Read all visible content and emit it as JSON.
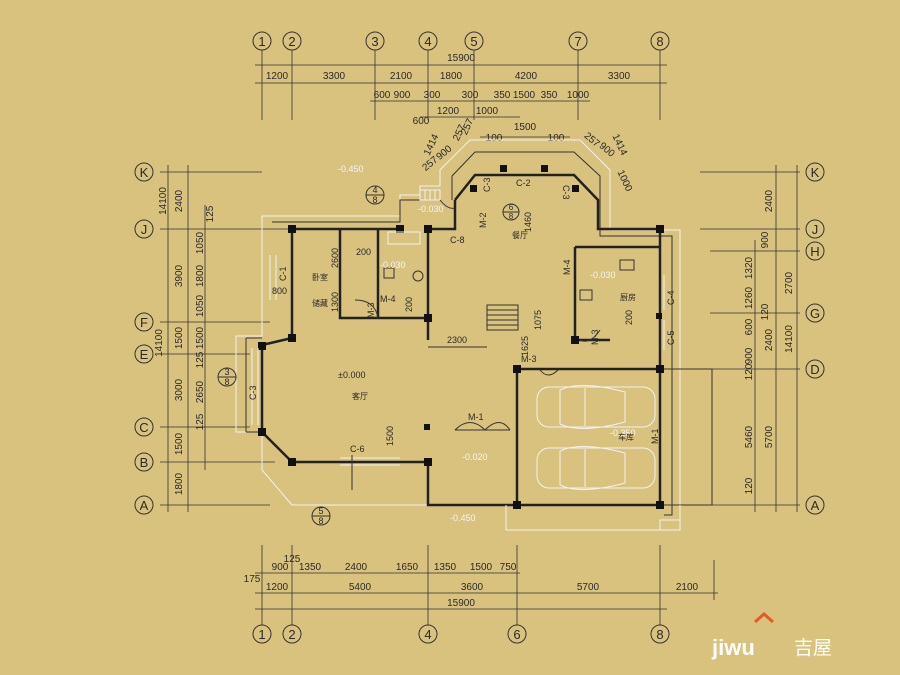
{
  "top_axes": [
    "1",
    "2",
    "3",
    "4",
    "5",
    "7",
    "8"
  ],
  "bottom_axes": [
    "1",
    "2",
    "4",
    "6",
    "8"
  ],
  "left_axes": [
    "K",
    "J",
    "F",
    "E",
    "C",
    "B",
    "A"
  ],
  "right_axes": [
    "K",
    "J",
    "H",
    "G",
    "D",
    "A"
  ],
  "top_dims": {
    "total": "15900",
    "row1": [
      "1200",
      "3300",
      "2100",
      "1800",
      "4200",
      "3300"
    ],
    "row2": [
      "600",
      "900",
      "300",
      "300",
      "350",
      "1500",
      "350",
      "1000"
    ],
    "row3": [
      "1200",
      "1000"
    ],
    "row3_single": "600",
    "bay": [
      "100",
      "1500",
      "100"
    ],
    "bay_left": [
      "1414",
      "257",
      "900",
      "257",
      "257"
    ],
    "bay_right": [
      "1414",
      "900",
      "257",
      "1000"
    ]
  },
  "bottom_dims": {
    "row1": [
      "125",
      "900",
      "1350",
      "2400",
      "1650",
      "1350",
      "1500",
      "750"
    ],
    "row0": "175",
    "row2": [
      "1200",
      "5400",
      "3600",
      "5700",
      "2100"
    ],
    "total": "15900"
  },
  "left_dims": {
    "outer": [
      "2400",
      "3900",
      "1500",
      "3000",
      "1500",
      "1800"
    ],
    "total": "14100",
    "inner": [
      "125",
      "1050",
      "1800",
      "1050",
      "1500",
      "125",
      "2650",
      "125"
    ]
  },
  "right_dims": {
    "outer": [
      "2400",
      "2700",
      "2400",
      "5700"
    ],
    "total": "14100",
    "inner": [
      "900",
      "1320",
      "1260",
      "600",
      "120",
      "900",
      "120",
      "5460",
      "120"
    ]
  },
  "plan_labels": {
    "lev_main": "±0.000",
    "lev_top": "-0.450",
    "lev_bottom": "-0.450",
    "lev_030a": "-0.030",
    "lev_030b": "-0.030",
    "lev_030c": "-0.030",
    "lev_350": "-0.350",
    "lev_020": "-0.020",
    "win_c1": "C-1",
    "win_c2": "C-2",
    "win_c3a": "C-3",
    "win_c3b": "C-3",
    "win_c3c": "C-3",
    "win_c4": "C-4",
    "win_c5": "C-5",
    "win_c6": "C-6",
    "win_c8": "C-8",
    "door_m1": "M-1",
    "door_m1b": "M-1",
    "door_m2": "M-2",
    "door_m3a": "M-3",
    "door_m3b": "M-3",
    "door_m3c": "M-3",
    "door_m4a": "M-4",
    "door_m4b": "M-4",
    "d2600": "2600",
    "d1300": "1300",
    "d200a": "200",
    "d200b": "200",
    "d200c": "200",
    "d800": "800",
    "d2300": "2300",
    "d1075": "1075",
    "d1625": "1625",
    "d1500": "1500",
    "d1460": "1460",
    "room_living": "客厅",
    "room_garage": "车库",
    "room_dining": "餐厅",
    "room_bed": "卧室",
    "room_kitchen": "厨房",
    "room_store": "储藏",
    "sec_top": "4",
    "sec_top_b": "8",
    "sec_left": "3",
    "sec_left_b": "8",
    "sec_bot": "5",
    "sec_bot_b": "8",
    "sec_mid": "6",
    "sec_mid_b": "8"
  },
  "watermark": {
    "brand": "jiwu",
    "cn": "吉屋"
  }
}
